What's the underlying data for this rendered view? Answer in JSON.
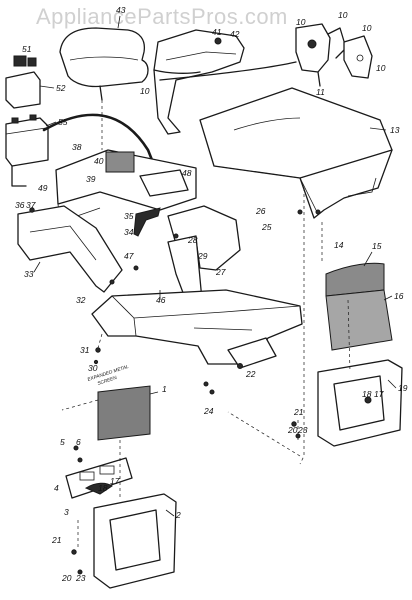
{
  "watermark": "AppliancePartsPros.com",
  "labels": {
    "p1": "1",
    "p2": "2",
    "p3": "3",
    "p4": "4",
    "p5": "5",
    "p6": "6",
    "p10a": "10",
    "p10b": "10",
    "p10c": "10",
    "p10d": "10",
    "p10e": "10",
    "p11": "11",
    "p13": "13",
    "p14": "14",
    "p15": "15",
    "p16": "16",
    "p17a": "17",
    "p17b": "17",
    "p18a": "18",
    "p18b": "18",
    "p19": "19",
    "p20a": "20",
    "p20b": "20",
    "p21a": "21",
    "p21b": "21",
    "p22": "22",
    "p23a": "23",
    "p23b": "23",
    "p24": "24",
    "p25": "25",
    "p26": "26",
    "p27": "27",
    "p28": "28",
    "p29": "29",
    "p30": "30",
    "p31": "31",
    "p32": "32",
    "p33": "33",
    "p34": "34",
    "p35": "35",
    "p36": "36",
    "p37": "37",
    "p38": "38",
    "p39": "39",
    "p40": "40",
    "p41": "41",
    "p42": "42",
    "p43": "43",
    "p46": "46",
    "p47": "47",
    "p48": "48",
    "p49": "49",
    "p51": "51",
    "p52": "52",
    "p55": "55"
  },
  "screen_label": {
    "line1": "EXPANDED METAL",
    "line2": "SCREEN"
  }
}
